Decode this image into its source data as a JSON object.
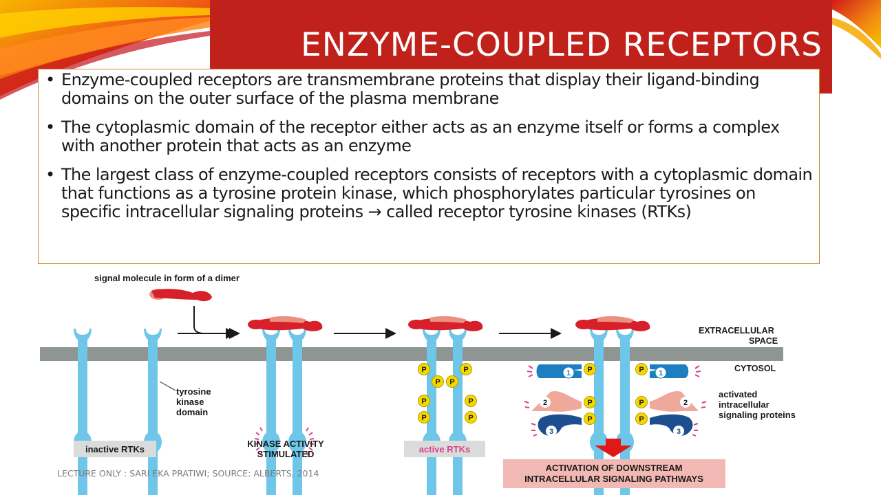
{
  "slide": {
    "title": "ENZYME-COUPLED RECEPTORS",
    "bullets": [
      "Enzyme-coupled receptors are transmembrane proteins that display their ligand-binding domains on the outer surface of the plasma membrane",
      "The cytoplasmic domain of the receptor either acts as an enzyme itself or forms a complex with another protein that acts as an enzyme",
      "The largest class of enzyme-coupled receptors consists of receptors with a cytoplasmic domain that functions as a tyrosine protein kinase, which phosphorylates particular tyrosines on specific intracellular signaling proteins → called receptor tyrosine kinases (RTKs)"
    ],
    "bullet_glyph": "•",
    "footer": "LECTURE ONLY : SARI EKA PRATIWI; SOURCE: ALBERTS, 2014"
  },
  "diagram": {
    "signal_label": "signal molecule in form of a dimer",
    "extracellular_label_1": "EXTRACELLULAR",
    "extracellular_label_2": "SPACE",
    "cytosol_label": "CYTOSOL",
    "tk_label_1": "tyrosine",
    "tk_label_2": "kinase",
    "tk_label_3": "domain",
    "inactive_label": "inactive RTKs",
    "kinase_label_1": "KINASE ACTIVITY",
    "kinase_label_2": "STIMULATED",
    "active_label": "active RTKs",
    "activated_label_1": "activated",
    "activated_label_2": "intracellular",
    "activated_label_3": "signaling proteins",
    "downstream_label_1": "ACTIVATION OF DOWNSTREAM",
    "downstream_label_2": "INTRACELLULAR SIGNALING PATHWAYS",
    "p_label": "P",
    "protein_1": "1",
    "protein_2": "2",
    "protein_3": "3"
  },
  "colors": {
    "title_band": "#c0211a",
    "receptor": "#6ec6e8",
    "membrane": "#8f9593",
    "signal": "#d8202a",
    "signal_light": "#e99080",
    "phosphate": "#f5d800",
    "activity_marks": "#d9408a",
    "label_box_gray": "#d9dcdb",
    "label_box_pink": "#f2b8b3",
    "protein_1": "#1e7fc0",
    "protein_2": "#f0a89a",
    "protein_3": "#1d4f8f"
  }
}
